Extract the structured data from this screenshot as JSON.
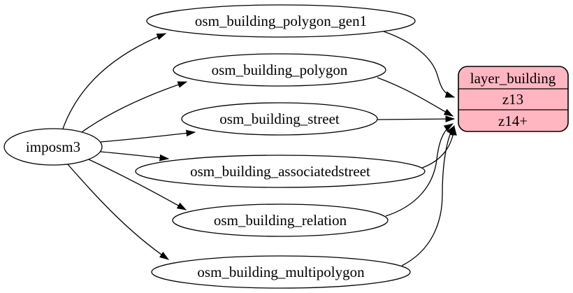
{
  "diagram": {
    "type": "graphviz-digraph",
    "background_color": "#ffffff",
    "node_fill_color": "#ffffff",
    "edge_color": "#000000",
    "source_node": {
      "label": "imposm3",
      "shape": "ellipse"
    },
    "table_nodes": [
      {
        "label": "osm_building_polygon_gen1",
        "shape": "ellipse"
      },
      {
        "label": "osm_building_polygon",
        "shape": "ellipse"
      },
      {
        "label": "osm_building_street",
        "shape": "ellipse"
      },
      {
        "label": "osm_building_associatedstreet",
        "shape": "ellipse"
      },
      {
        "label": "osm_building_relation",
        "shape": "ellipse"
      },
      {
        "label": "osm_building_multipolygon",
        "shape": "ellipse"
      }
    ],
    "record_node": {
      "title": "layer_building",
      "rows": [
        "z13",
        "z14+"
      ],
      "fill_color": "#ffb6c1",
      "stroke_color": "#000000",
      "shape": "rounded-record"
    },
    "edges": [
      {
        "from": "imposm3",
        "to": "osm_building_polygon_gen1"
      },
      {
        "from": "imposm3",
        "to": "osm_building_polygon"
      },
      {
        "from": "imposm3",
        "to": "osm_building_street"
      },
      {
        "from": "imposm3",
        "to": "osm_building_associatedstreet"
      },
      {
        "from": "imposm3",
        "to": "osm_building_relation"
      },
      {
        "from": "imposm3",
        "to": "osm_building_multipolygon"
      },
      {
        "from": "osm_building_polygon_gen1",
        "to": "layer_building:z13"
      },
      {
        "from": "osm_building_polygon",
        "to": "layer_building:z14+"
      },
      {
        "from": "osm_building_street",
        "to": "layer_building:z14+"
      },
      {
        "from": "osm_building_associatedstreet",
        "to": "layer_building:z14+"
      },
      {
        "from": "osm_building_relation",
        "to": "layer_building:z14+"
      },
      {
        "from": "osm_building_multipolygon",
        "to": "layer_building:z14+"
      }
    ]
  }
}
